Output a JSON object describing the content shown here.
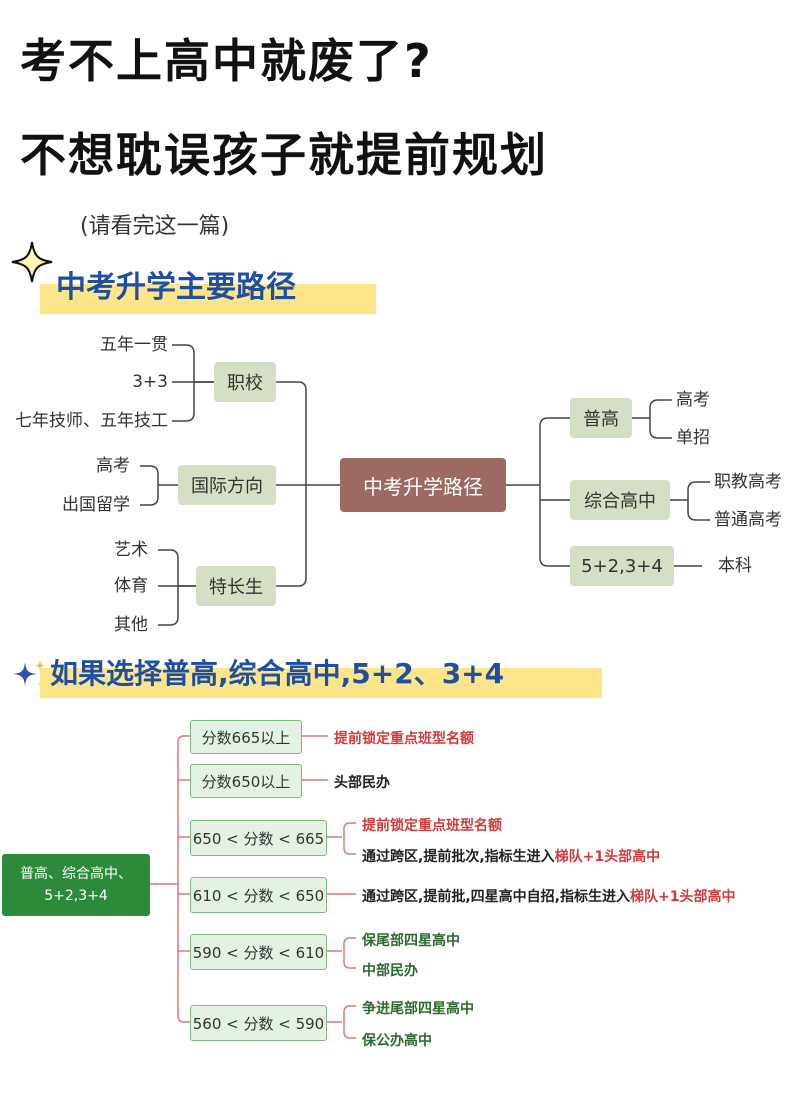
{
  "header": {
    "title_line1": "考不上高中就废了?",
    "title_line2": "不想耽误孩子就提前规划",
    "subtitle": "(请看完这一篇)"
  },
  "section1": {
    "heading": "中考升学主要路径",
    "root": "中考升学路径",
    "left": [
      {
        "label": "职校",
        "items": [
          "五年一贯",
          "3+3",
          "七年技师、五年技工"
        ]
      },
      {
        "label": "国际方向",
        "items": [
          "高考",
          "出国留学"
        ]
      },
      {
        "label": "特长生",
        "items": [
          "艺术",
          "体育",
          "其他"
        ]
      }
    ],
    "right": [
      {
        "label": "普高",
        "items": [
          "高考",
          "单招"
        ]
      },
      {
        "label": "综合高中",
        "items": [
          "职教高考",
          "普通高考"
        ]
      },
      {
        "label": "5+2,3+4",
        "items": [
          "本科"
        ]
      }
    ]
  },
  "section2": {
    "heading": "如果选择普高,综合高中,5+2、3+4",
    "root_line1": "普高、综合高中、",
    "root_line2": "5+2,3+4",
    "rows": [
      {
        "label": "分数665以上",
        "notes": [
          {
            "parts": [
              {
                "text": "提前锁定重点班型名额",
                "color": "red"
              }
            ]
          }
        ]
      },
      {
        "label": "分数650以上",
        "notes": [
          {
            "parts": [
              {
                "text": "头部民办",
                "color": "black"
              }
            ]
          }
        ]
      },
      {
        "label": "650 < 分数 < 665",
        "notes": [
          {
            "parts": [
              {
                "text": "提前锁定重点班型名额",
                "color": "red"
              }
            ]
          },
          {
            "parts": [
              {
                "text": "通过跨区,提前批次,指标生进入",
                "color": "black"
              },
              {
                "text": "梯队",
                "color": "red"
              },
              {
                "text": "+1头部高中",
                "color": "red"
              }
            ]
          }
        ]
      },
      {
        "label": "610 < 分数 < 650",
        "notes": [
          {
            "parts": [
              {
                "text": "通过跨区,提前批,四星高中自招,指标生进入",
                "color": "black"
              },
              {
                "text": "梯队+1头部高中",
                "color": "red"
              }
            ]
          }
        ]
      },
      {
        "label": "590 < 分数 < 610",
        "notes": [
          {
            "parts": [
              {
                "text": "保尾部四星高中",
                "color": "green"
              }
            ]
          },
          {
            "parts": [
              {
                "text": "中部民办",
                "color": "green"
              }
            ]
          }
        ]
      },
      {
        "label": "560 < 分数 < 590",
        "notes": [
          {
            "parts": [
              {
                "text": "争进尾部四星高中",
                "color": "green"
              }
            ]
          },
          {
            "parts": [
              {
                "text": "保公办高中",
                "color": "green"
              }
            ]
          }
        ]
      }
    ]
  },
  "icons": [
    "sparkle-icon",
    "sparkle-cluster-icon"
  ],
  "colors": {
    "root": "#9c6a63",
    "node": "#d5dfc5",
    "heading": "#1e4fa3",
    "highlight": "#ffe58a",
    "green_root": "#2d8a3b",
    "red": "#d23b3b"
  }
}
